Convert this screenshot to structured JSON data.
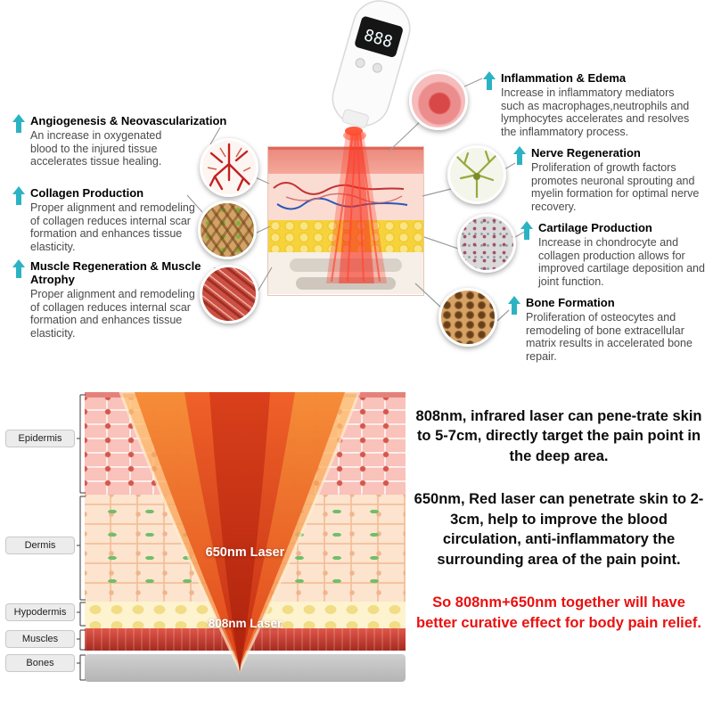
{
  "device": {
    "display": "888"
  },
  "benefits_left": [
    {
      "title": "Angiogenesis & Neovascularization",
      "body": "An increase in oxygenated blood to the injured tissue accelerates tissue healing."
    },
    {
      "title": "Collagen Production",
      "body": "Proper alignment and remodeling of collagen reduces internal scar formation and enhances tissue elasticity."
    },
    {
      "title": "Muscle Regeneration & Muscle Atrophy",
      "body": "Proper alignment and remodeling of collagen reduces internal scar formation and enhances tissue elasticity."
    }
  ],
  "benefits_right": [
    {
      "title": "Inflammation & Edema",
      "body": "Increase in inflammatory mediators such as macrophages,neutrophils and lymphocytes accelerates and resolves the inflammatory process."
    },
    {
      "title": "Nerve Regeneration",
      "body": "Proliferation of growth factors promotes neuronal sprouting and myelin formation for optimal nerve recovery."
    },
    {
      "title": "Cartilage Production",
      "body": "Increase in chondrocyte and collagen production allows for improved cartilage deposition and joint function."
    },
    {
      "title": "Bone Formation",
      "body": "Proliferation of osteocytes and remodeling of bone extracellular matrix results in accelerated bone repair."
    }
  ],
  "skin_diagram": {
    "layer_labels": [
      "Epidermis",
      "Dermis",
      "Hypodermis",
      "Muscles",
      "Bones"
    ],
    "laser_650": "650nm Laser",
    "laser_808": "808nm Laser"
  },
  "description": {
    "para_808": "808nm, infrared laser can pene-trate skin to 5-7cm, directly target the pain point in the deep area.",
    "para_650": "650nm, Red laser can penetrate skin to 2-3cm, help to improve the blood circulation, anti-inflammatory the surrounding area of the pain point.",
    "para_combo": "So 808nm+650nm together will have better curative effect for body pain relief."
  },
  "colors": {
    "accent_teal": "#2bb3c4",
    "highlight_red": "#ea1010"
  }
}
